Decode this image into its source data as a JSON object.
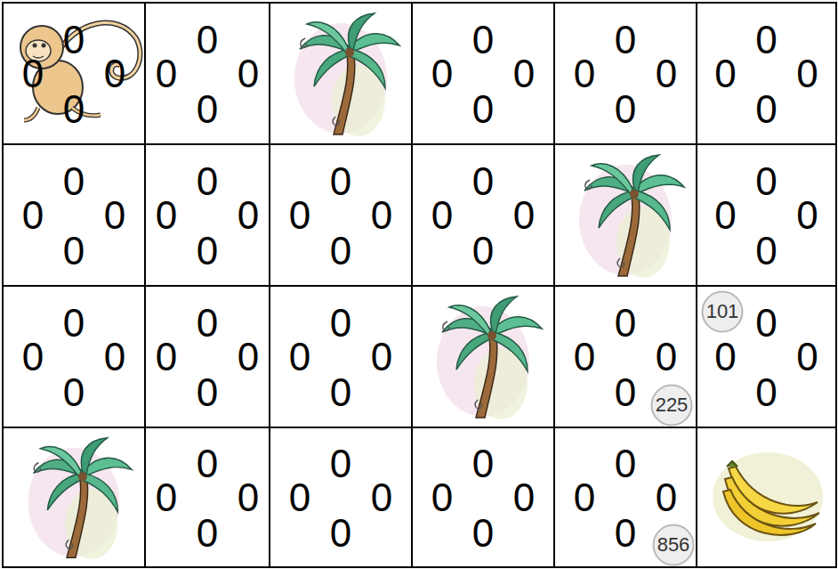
{
  "diagram": {
    "nodes": [
      {
        "text": [
          "0",
          "0",
          "0",
          "0"
        ]
      },
      {
        "text": [
          "0",
          "0",
          "0",
          "0"
        ]
      },
      {
        "text": [
          "0",
          "0",
          "0",
          "0"
        ]
      },
      {
        "text": [
          "0",
          "0",
          "0",
          "0"
        ]
      },
      {
        "text": [
          "0",
          "0",
          "0",
          "0"
        ]
      },
      {
        "text": [
          "0",
          "0",
          "0",
          "0"
        ]
      },
      {
        "text": [
          "0",
          "0",
          "0",
          "0"
        ]
      },
      {
        "text": [
          "0",
          "0",
          "0",
          "0"
        ]
      },
      {
        "text": [
          "0",
          "0",
          "0",
          "0"
        ]
      },
      {
        "text": [
          "0",
          "0",
          "0",
          "0"
        ]
      },
      {
        "text": [
          "0",
          "0",
          "0",
          "0"
        ]
      },
      {
        "text": [
          "0",
          "0",
          "0",
          "0"
        ]
      },
      {
        "text": [
          "0",
          "0",
          "0",
          "0"
        ]
      },
      {
        "text": [
          "0",
          "0",
          "0",
          "0"
        ]
      },
      {
        "text": [
          "225"
        ],
        "in": 13
      },
      {
        "text": [
          "0",
          "0",
          "0",
          "0"
        ]
      },
      {
        "text": [
          "101"
        ],
        "in": 15
      },
      {
        "text": [
          "0",
          "0",
          "0",
          "0"
        ]
      },
      {
        "text": [
          "0",
          "0",
          "0",
          "0"
        ]
      },
      {
        "text": [
          "0",
          "0",
          "0",
          "0"
        ]
      },
      {
        "text": [
          "0",
          "0",
          "0",
          "0"
        ]
      },
      {
        "text": [
          "856"
        ],
        "in": 20
      }
    ]
  }
}
